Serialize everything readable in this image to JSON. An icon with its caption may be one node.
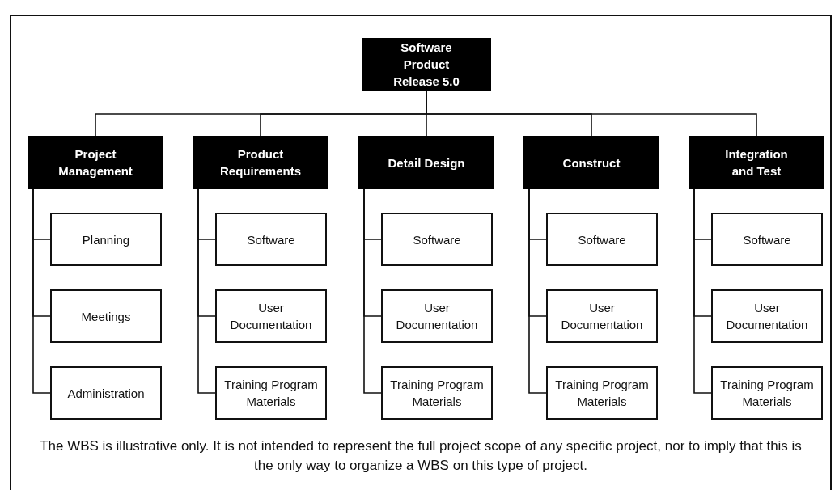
{
  "diagram": {
    "nodes": [
      {
        "text": [
          "Software Product Release 5.0"
        ]
      },
      {
        "text": [
          "Project Management"
        ]
      },
      {
        "text": [
          "Planning"
        ]
      },
      {
        "text": [
          "Meetings"
        ]
      },
      {
        "text": [
          "Administration"
        ]
      },
      {
        "text": [
          "Product Requirements"
        ]
      },
      {
        "text": [
          "Software"
        ]
      },
      {
        "text": [
          "User Documentation"
        ]
      },
      {
        "text": [
          "Training Program Materials"
        ]
      },
      {
        "text": [
          "Detail Design"
        ]
      },
      {
        "text": [
          "Software"
        ]
      },
      {
        "text": [
          "User Documentation"
        ]
      },
      {
        "text": [
          "Training Program Materials"
        ]
      },
      {
        "text": [
          "Construct"
        ]
      },
      {
        "text": [
          "Software"
        ]
      },
      {
        "text": [
          "User Documentation"
        ]
      },
      {
        "text": [
          "Training Program Materials"
        ]
      },
      {
        "text": [
          "Integration and Test"
        ]
      },
      {
        "text": [
          "Software"
        ]
      },
      {
        "text": [
          "User Documentation"
        ]
      },
      {
        "text": [
          "Training Program Materials"
        ]
      }
    ],
    "edges": [
      {
        "from": 0,
        "to": 1,
        "arrow": "none"
      },
      {
        "from": 0,
        "to": 5,
        "arrow": "none"
      },
      {
        "from": 0,
        "to": 9,
        "arrow": "none"
      },
      {
        "from": 0,
        "to": 13,
        "arrow": "none"
      },
      {
        "from": 0,
        "to": 17,
        "arrow": "none"
      },
      {
        "from": 1,
        "to": 2,
        "arrow": "none"
      },
      {
        "from": 1,
        "to": 3,
        "arrow": "none"
      },
      {
        "from": 1,
        "to": 4,
        "arrow": "none"
      },
      {
        "from": 5,
        "to": 6,
        "arrow": "none"
      },
      {
        "from": 5,
        "to": 7,
        "arrow": "none"
      },
      {
        "from": 5,
        "to": 8,
        "arrow": "none"
      },
      {
        "from": 9,
        "to": 10,
        "arrow": "none"
      },
      {
        "from": 9,
        "to": 11,
        "arrow": "none"
      },
      {
        "from": 9,
        "to": 12,
        "arrow": "none"
      },
      {
        "from": 13,
        "to": 14,
        "arrow": "none"
      },
      {
        "from": 13,
        "to": 15,
        "arrow": "none"
      },
      {
        "from": 13,
        "to": 16,
        "arrow": "none"
      },
      {
        "from": 17,
        "to": 18,
        "arrow": "none"
      },
      {
        "from": 17,
        "to": 19,
        "arrow": "none"
      },
      {
        "from": 17,
        "to": 20,
        "arrow": "none"
      }
    ],
    "caption": "The WBS is illustrative only. It is not intended to represent the full project scope of any specific project, nor to imply that this is the only way to organize a WBS on this type of project."
  }
}
